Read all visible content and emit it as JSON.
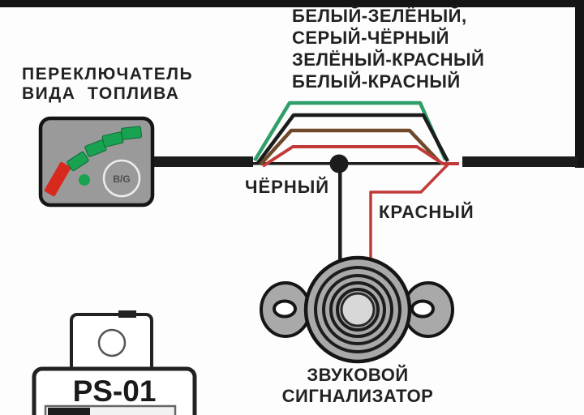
{
  "diagram_title": "fuel type switch to buzzer wiring diagram",
  "annotations": {
    "wire_bundle_lines": [
      "БЕЛЫЙ-ЗЕЛЁНЫЙ,",
      "СЕРЫЙ-ЧЁРНЫЙ",
      "ЗЕЛЁНЫЙ-КРАСНЫЙ",
      "БЕЛЫЙ-КРАСНЫЙ"
    ],
    "switch_label_line1": "ПЕРЕКЛЮЧАТЕЛЬ",
    "switch_label_line2": "ВИДА  ТОПЛИВА",
    "black_wire": "ЧЁРНЫЙ",
    "red_wire": "КРАСНЫЙ",
    "buzzer_line1": "ЗВУКОВОЙ",
    "buzzer_line2": "СИГНАЛИЗАТОР",
    "unit_name": "PS-01",
    "switch_badge": "B/G"
  },
  "colors": {
    "frame_black": "#151515",
    "wire_green": "#2f9e68",
    "wire_black": "#1c1c1c",
    "wire_brown": "#6f492a",
    "wire_red": "#c23a38",
    "device_gray": "#9a9a9a",
    "segment_green": "#18a251",
    "segment_red": "#d8291d",
    "buzzer_gray": "#a9a9a9",
    "buzzer_center_gray": "#d8d8d8",
    "badge_ring": "#ececec"
  }
}
